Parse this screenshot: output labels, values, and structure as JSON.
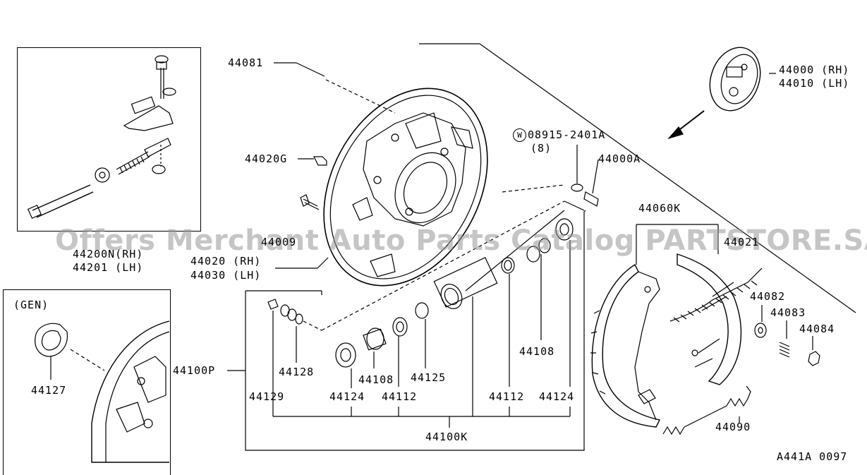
{
  "labels": {
    "p44081": "44081",
    "p44020g": "44020G",
    "p44000a": "44000A",
    "p08915": "08915-2401A",
    "p08915_qty": "(8)",
    "washer_symbol": "W",
    "p44000_rh": "44000 (RH)",
    "p44010_lh": "44010 (LH)",
    "p44060k": "44060K",
    "p44021": "44021",
    "p44082": "44082",
    "p44083": "44083",
    "p44084": "44084",
    "p44090": "44090",
    "p44200n": "44200N(RH)",
    "p44201": "44201 (LH)",
    "p4409x": "44009",
    "p44020_rh": "44020 (RH)",
    "p44030_lh": "44030 (LH)",
    "gen": "(GEN)",
    "p44127": "44127",
    "p44100p": "44100P",
    "p44128": "44128",
    "p44129": "44129",
    "p44124a": "44124",
    "p44108a": "44108",
    "p44112a": "44112",
    "p44125": "44125",
    "p44108b": "44108",
    "p44112b": "44112",
    "p44124b": "44124",
    "p44100k": "44100K",
    "code": "A441A 0097"
  },
  "watermark": "Offers Merchant Auto Parts Catalog PARTSTORE.SA"
}
